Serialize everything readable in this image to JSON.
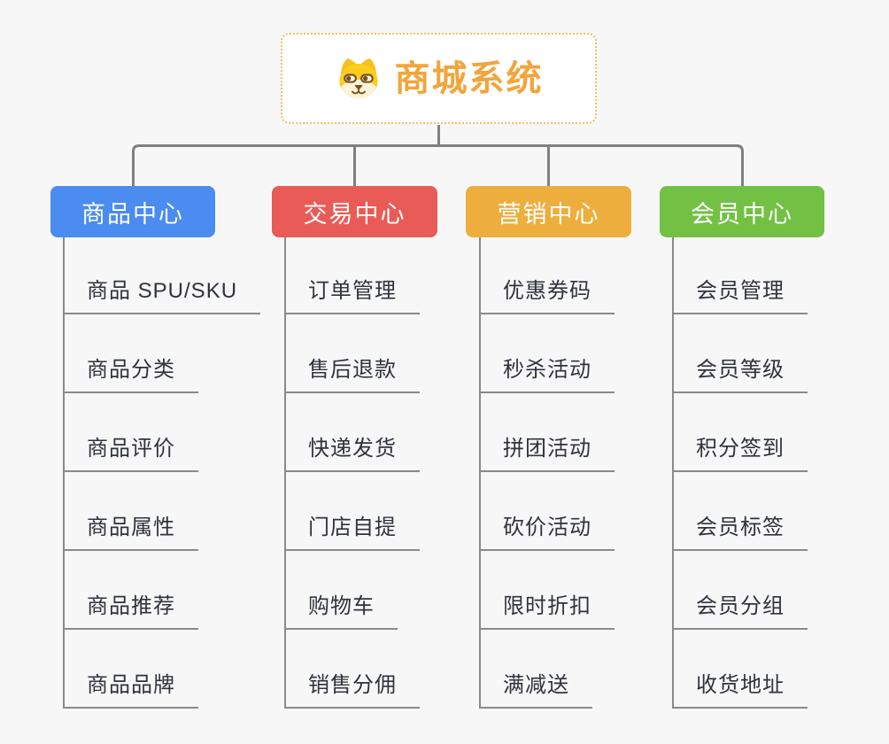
{
  "root": {
    "title": "商城系统",
    "icon": "dog-face-icon"
  },
  "branches": [
    {
      "label": "商品中心",
      "color": "#4a8cf0",
      "items": [
        "商品 SPU/SKU",
        "商品分类",
        "商品评价",
        "商品属性",
        "商品推荐",
        "商品品牌"
      ]
    },
    {
      "label": "交易中心",
      "color": "#e95b57",
      "items": [
        "订单管理",
        "售后退款",
        "快递发货",
        "门店自提",
        "购物车",
        "销售分佣"
      ]
    },
    {
      "label": "营销中心",
      "color": "#edae3e",
      "items": [
        "优惠券码",
        "秒杀活动",
        "拼团活动",
        "砍价活动",
        "限时折扣",
        "满减送"
      ]
    },
    {
      "label": "会员中心",
      "color": "#72c144",
      "items": [
        "会员管理",
        "会员等级",
        "积分签到",
        "会员标签",
        "会员分组",
        "收货地址"
      ]
    }
  ],
  "colors": {
    "background": "#f7f7f7",
    "connector": "#808080",
    "underline": "#8a8a8a",
    "leaf_text": "#2f333b",
    "root_text": "#f2a53c",
    "root_border": "#f3bd62"
  }
}
